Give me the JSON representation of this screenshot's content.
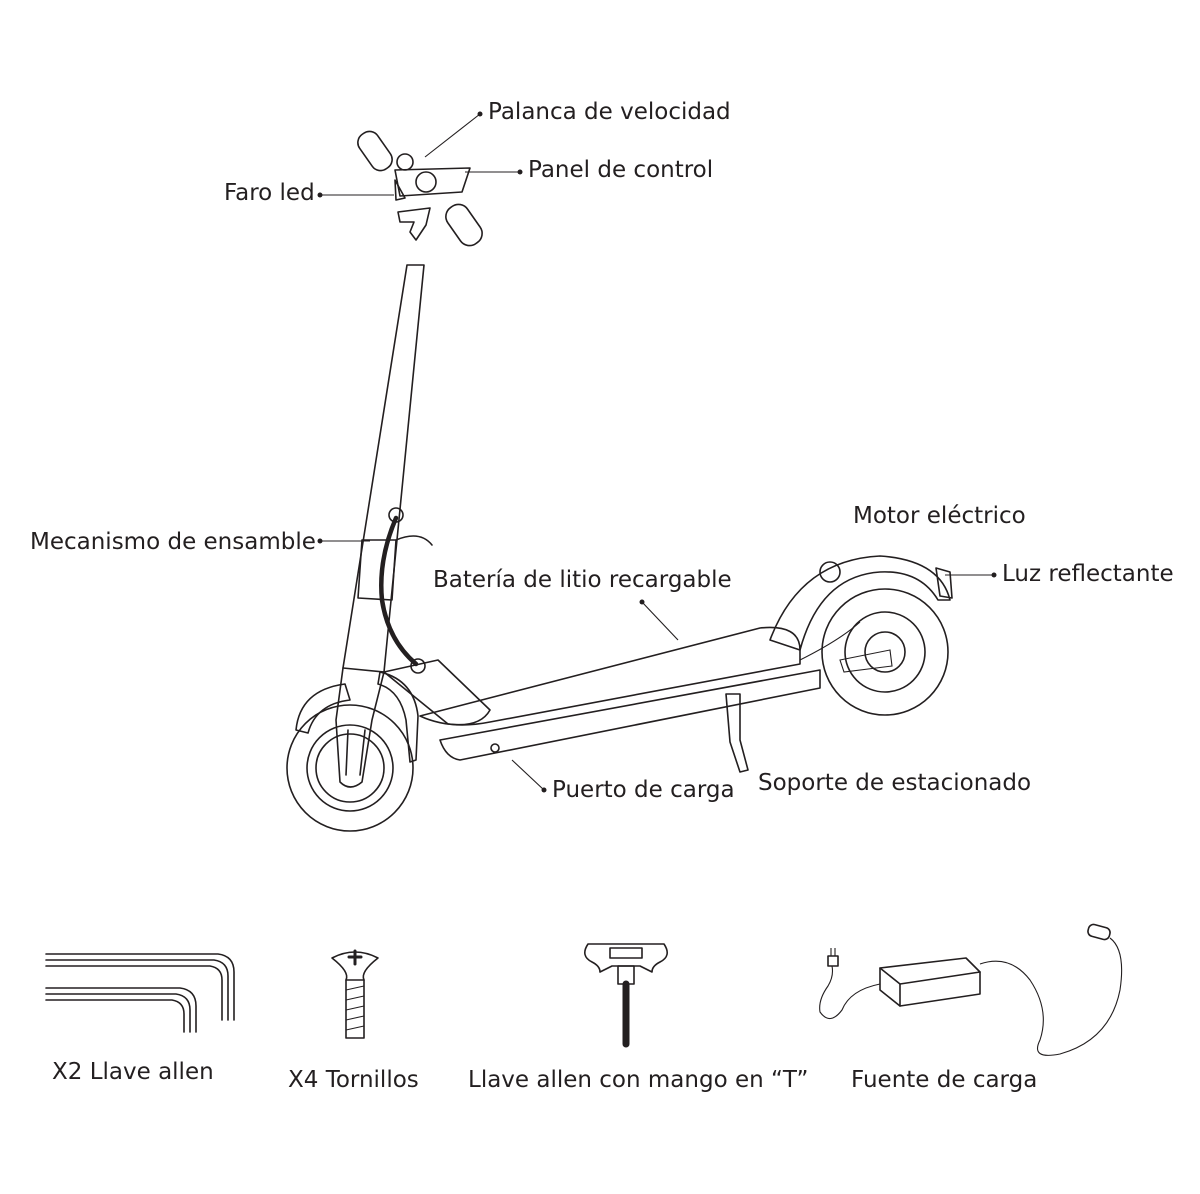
{
  "scooter_labels": {
    "speed_lever": "Palanca de velocidad",
    "control_panel": "Panel de control",
    "led_light": "Faro led",
    "assembly_mechanism": "Mecanismo de ensamble",
    "lithium_battery": "Batería de litio recargable",
    "electric_motor": "Motor eléctrico",
    "reflective_light": "Luz reflectante",
    "charging_port": "Puerto de carga",
    "kickstand": "Soporte de estacionado"
  },
  "accessories": [
    {
      "label": "X2 Llave allen",
      "icon": "allen-key-icon"
    },
    {
      "label": "X4 Tornillos",
      "icon": "screw-icon"
    },
    {
      "label": "Llave allen con mango en “T”",
      "icon": "t-handle-allen-key-icon"
    },
    {
      "label": "Fuente de carga",
      "icon": "charger-icon"
    }
  ]
}
